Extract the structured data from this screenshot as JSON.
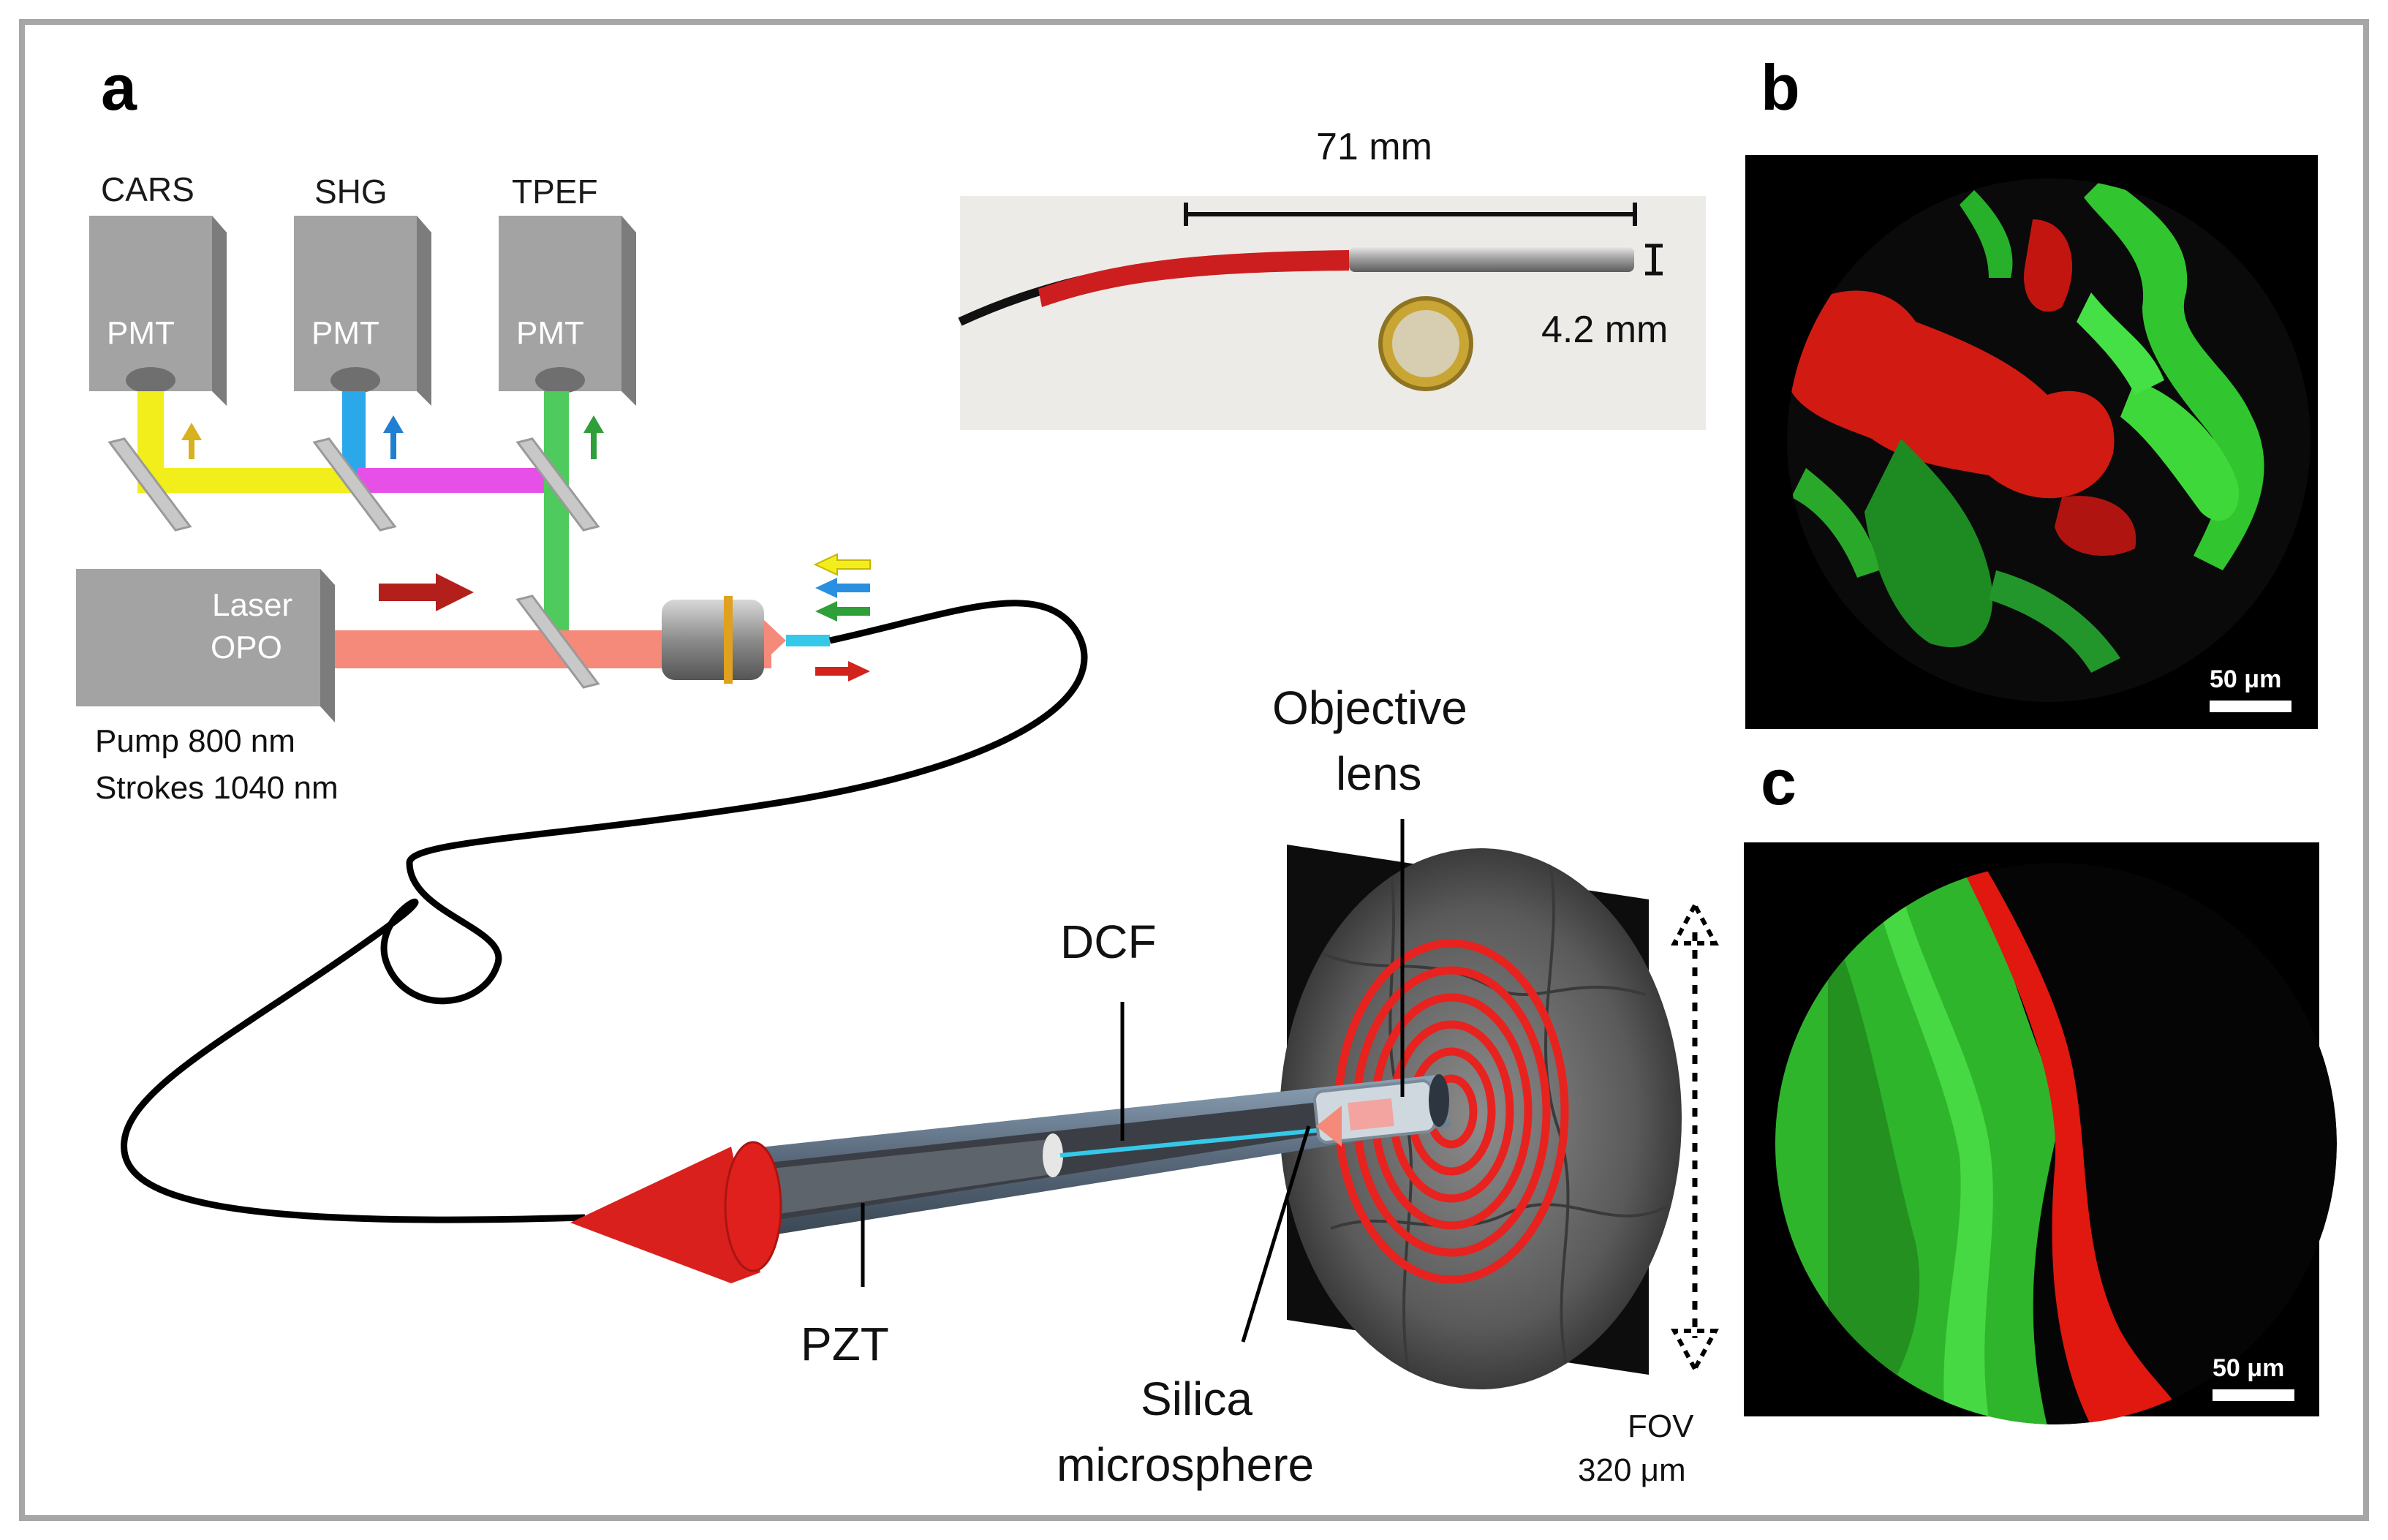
{
  "panels": {
    "a": "a",
    "b": "b",
    "c": "c"
  },
  "detectors": [
    {
      "name": "CARS",
      "face": "PMT",
      "color": "#f2ee1c"
    },
    {
      "name": "SHG",
      "face": "PMT",
      "color": "#2aa8ea"
    },
    {
      "name": "TPEF",
      "face": "PMT",
      "color": "#4ecb5c"
    }
  ],
  "laser": {
    "line1": "Laser",
    "line2": "OPO",
    "pump": "Pump 800 nm",
    "stokes": "Strokes 1040 nm"
  },
  "photo": {
    "length_label": "71 mm",
    "diameter_label": "4.2 mm"
  },
  "probe": {
    "objective_line1": "Objective",
    "objective_line2": "lens",
    "dcf": "DCF",
    "pzt": "PZT",
    "silica_line1": "Silica",
    "silica_line2": "microsphere",
    "fov_line1": "FOV",
    "fov_line2": "320 μm"
  },
  "images": {
    "b_scale": "50 μm",
    "c_scale": "50 μm"
  },
  "colors": {
    "probe_tip": "#e0201c",
    "spiral": "#e8221e",
    "fiber": "#000000",
    "pump_beam": "#f58a7a",
    "green_signal": "#35d535",
    "red_signal": "#e81e14"
  }
}
